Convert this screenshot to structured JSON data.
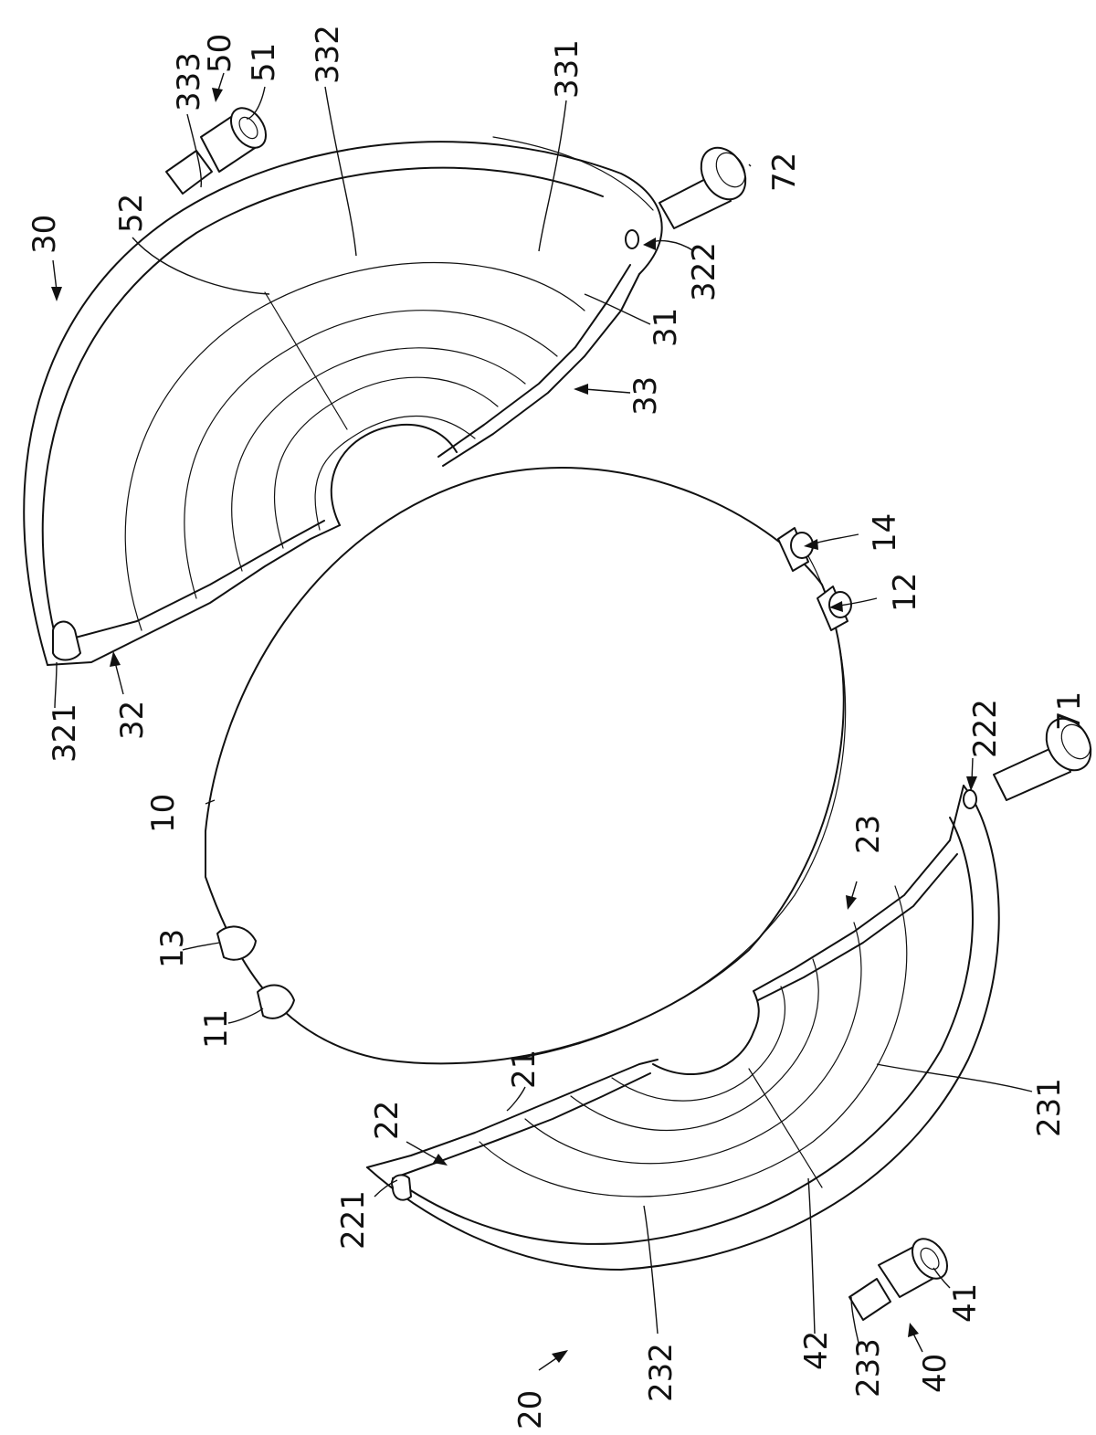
{
  "diagram": {
    "labels": {
      "l10": "10",
      "l11": "11",
      "l12": "12",
      "l13": "13",
      "l14": "14",
      "l20": "20",
      "l21": "21",
      "l22": "22",
      "l23": "23",
      "l221": "221",
      "l222": "222",
      "l231": "231",
      "l232": "232",
      "l233": "233",
      "l30": "30",
      "l31": "31",
      "l32": "32",
      "l33": "33",
      "l321": "321",
      "l322": "322",
      "l331": "331",
      "l332": "332",
      "l333": "333",
      "l40": "40",
      "l41": "41",
      "l42": "42",
      "l50": "50",
      "l51": "51",
      "l52": "52",
      "l71": "71",
      "l72": "72"
    }
  }
}
